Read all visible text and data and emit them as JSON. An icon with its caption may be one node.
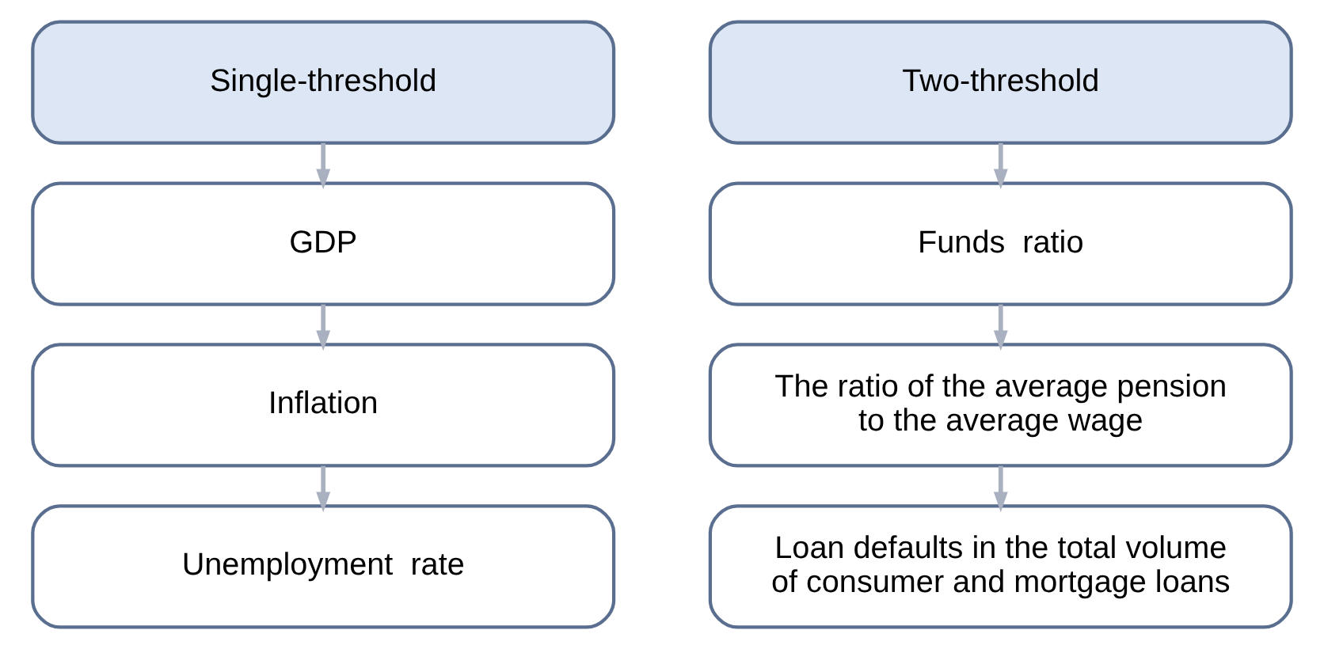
{
  "diagram": {
    "nodes": [
      {
        "text": [
          "Single-threshold"
        ]
      },
      {
        "text": [
          "GDP"
        ]
      },
      {
        "text": [
          "Inflation"
        ]
      },
      {
        "text": [
          "Unemployment  rate"
        ]
      },
      {
        "text": [
          "Two-threshold"
        ]
      },
      {
        "text": [
          "Funds  ratio"
        ]
      },
      {
        "text": [
          "The ratio of the average pension to the average wage"
        ]
      },
      {
        "text": [
          "Loan defaults in the total volume of consumer and mortgage loans"
        ]
      }
    ],
    "edges": [
      {
        "from": 0,
        "to": 1,
        "arrow": "to"
      },
      {
        "from": 1,
        "to": 2,
        "arrow": "to"
      },
      {
        "from": 2,
        "to": 3,
        "arrow": "to"
      },
      {
        "from": 4,
        "to": 5,
        "arrow": "to"
      },
      {
        "from": 5,
        "to": 6,
        "arrow": "to"
      },
      {
        "from": 6,
        "to": 7,
        "arrow": "to"
      }
    ]
  }
}
